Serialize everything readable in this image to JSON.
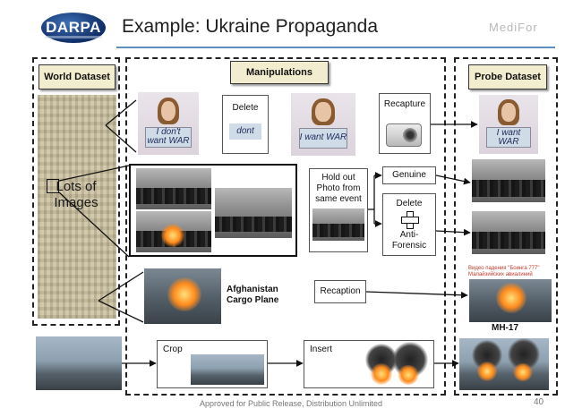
{
  "header": {
    "logo_text": "DARPA",
    "title": "Example: Ukraine Propaganda",
    "brand_text": "MediFor"
  },
  "columns": {
    "world": "World Dataset",
    "manipulations": "Manipulations",
    "probe": "Probe Dataset"
  },
  "world": {
    "lots_of_images": "Lots of Images"
  },
  "row1": {
    "delete_label": "Delete",
    "deleted_word": "dont",
    "recapture_label": "Recapture",
    "sign_original": "I don't want WAR",
    "sign_edited": "I want WAR"
  },
  "row2": {
    "holdout_label": "Hold out Photo from same event",
    "genuine_label": "Genuine",
    "delete_label": "Delete",
    "antiforensic_label": "Anti-Forensic"
  },
  "row3": {
    "afghan_label": "Afghanistan Cargo Plane",
    "recaption_label": "Recaption",
    "probe_caption": "MH-17",
    "probe_header_text": "Видео падения \"Боинга 777\" Малайзийских авиалиний"
  },
  "row4": {
    "crop_label": "Crop",
    "insert_label": "Insert"
  },
  "footer": {
    "release": "Approved for Public Release, Distribution Unlimited",
    "page": "40"
  }
}
